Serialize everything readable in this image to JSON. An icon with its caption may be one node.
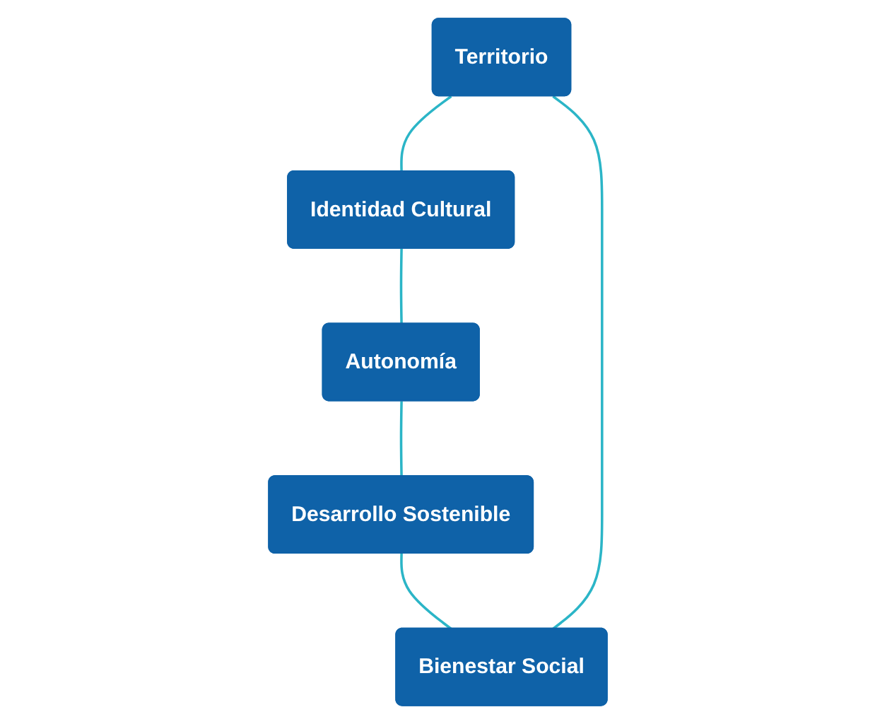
{
  "diagram": {
    "nodes": [
      {
        "text": [
          "Territorio"
        ]
      },
      {
        "text": [
          "Identidad Cultural"
        ]
      },
      {
        "text": [
          "Autonomía"
        ]
      },
      {
        "text": [
          "Desarrollo Sostenible"
        ]
      },
      {
        "text": [
          "Bienestar Social"
        ]
      }
    ],
    "edges": [
      {
        "from": 0,
        "to": 1,
        "arrow": "none"
      },
      {
        "from": 1,
        "to": 2,
        "arrow": "none"
      },
      {
        "from": 2,
        "to": 3,
        "arrow": "none"
      },
      {
        "from": 3,
        "to": 4,
        "arrow": "none"
      },
      {
        "from": 4,
        "to": 0,
        "arrow": "none"
      }
    ]
  }
}
